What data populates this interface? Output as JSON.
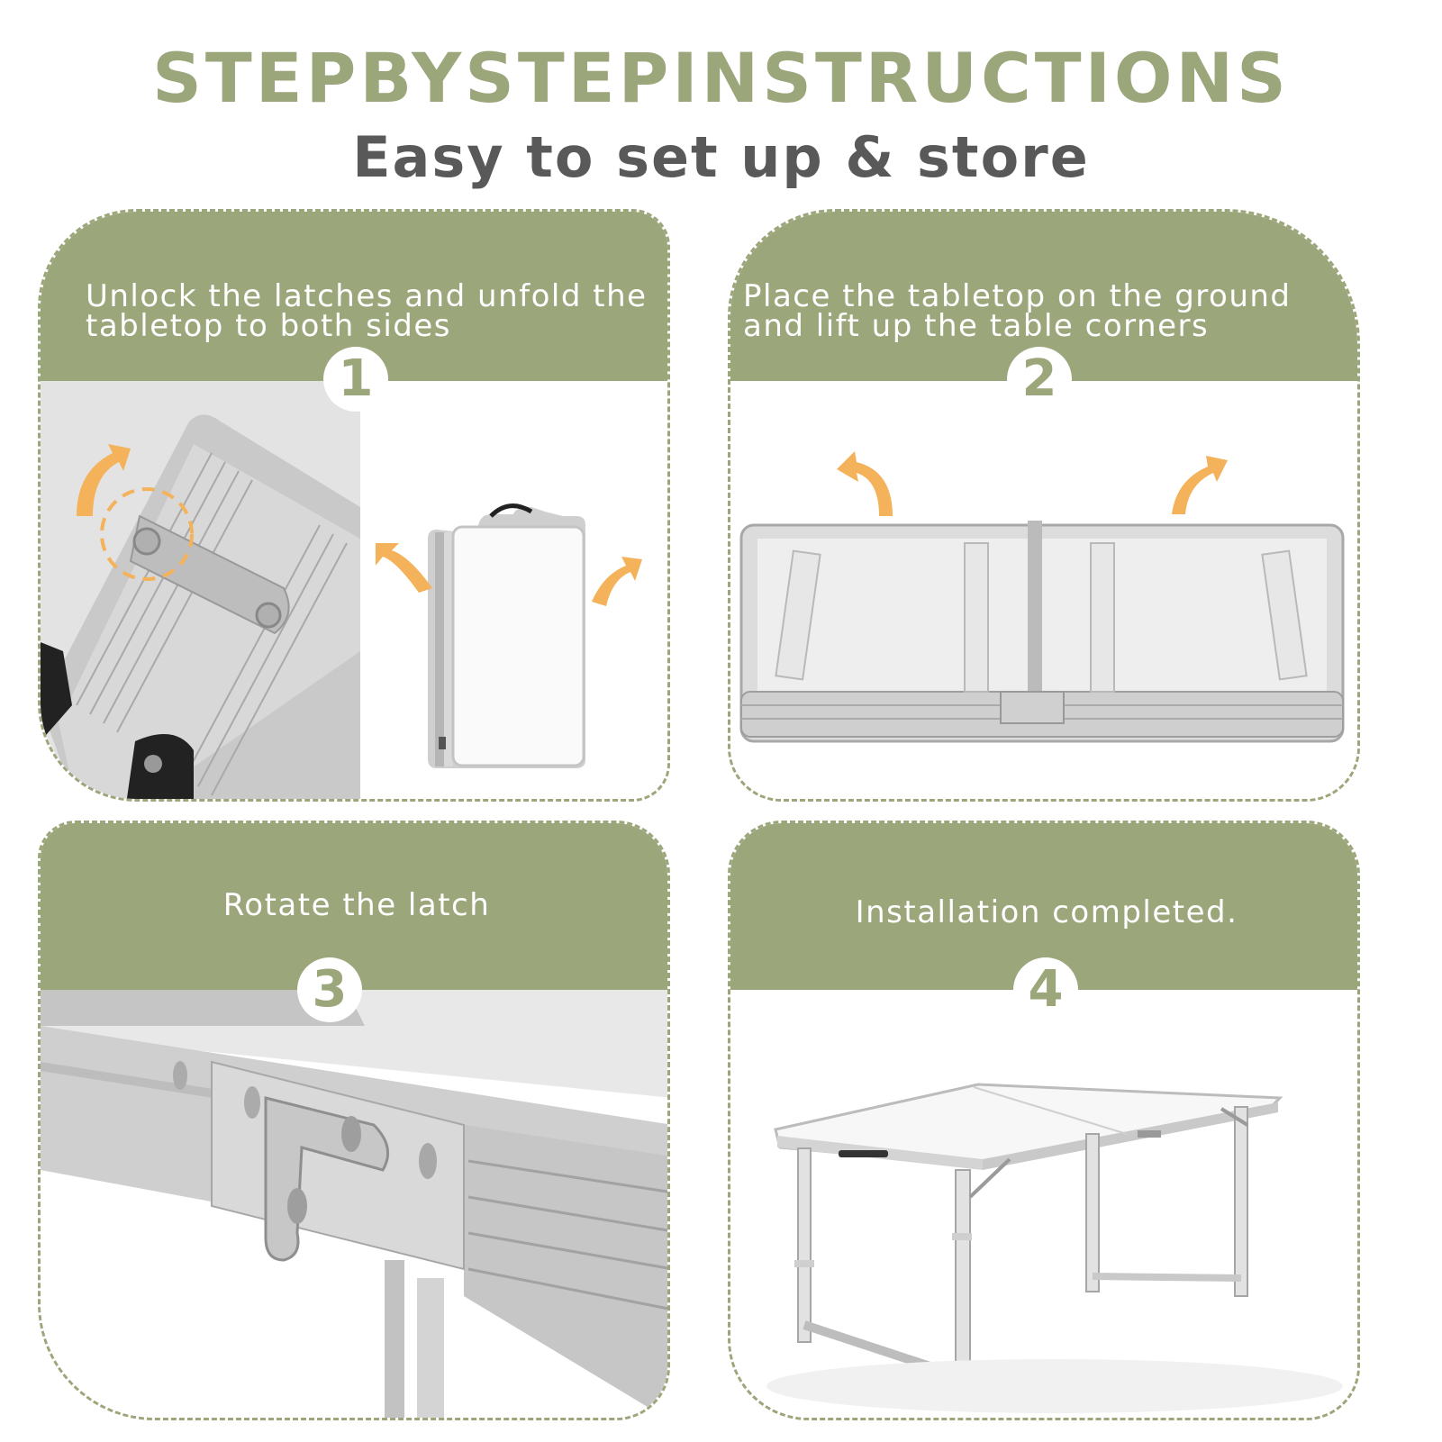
{
  "header": {
    "title": "STEPBYSTEPINSTRUCTIONS",
    "subtitle": "Easy to set up & store"
  },
  "colors": {
    "accent": "#9ca67b",
    "subtitle": "#595959",
    "arrow": "#f4b25a"
  },
  "steps": [
    {
      "number": "1",
      "caption": "Unlock the latches and unfold the tabletop to both sides"
    },
    {
      "number": "2",
      "caption": "Place the tabletop on the ground and lift up the table corners"
    },
    {
      "number": "3",
      "caption": "Rotate the latch"
    },
    {
      "number": "4",
      "caption": "Installation completed."
    }
  ]
}
